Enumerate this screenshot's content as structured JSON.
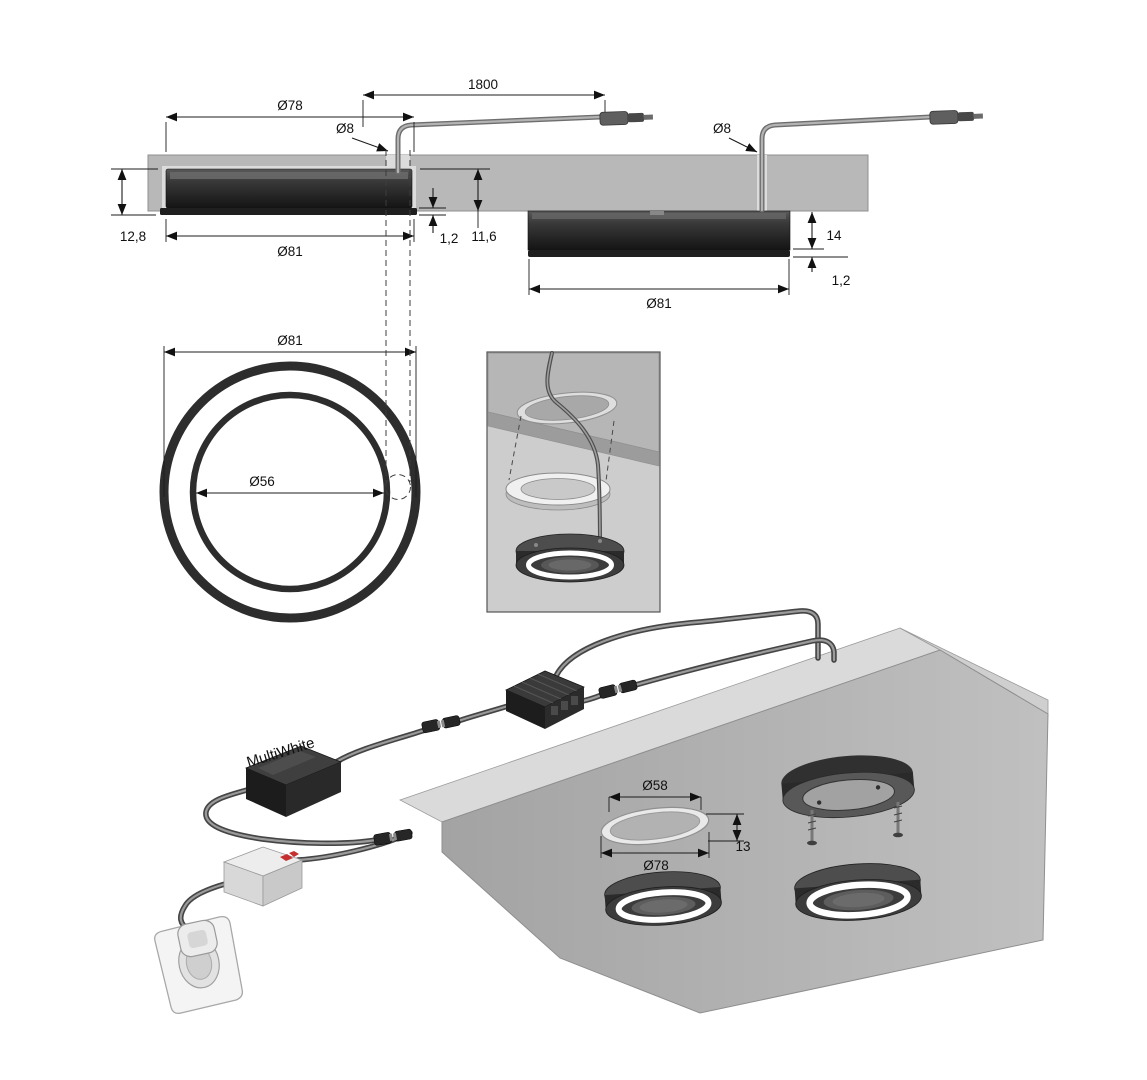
{
  "page": {
    "title": "Recessed / surface-mounted LED spot installation drawing",
    "background": "#ffffff"
  },
  "colors": {
    "line": "#1c1c1c",
    "panel_gray": "#b8b8b8",
    "panel_face": "#b0b0b0",
    "fixture_dark": "#2e2e2e",
    "glow_white": "#ffffff",
    "accent_red": "#c53030"
  },
  "recessed_view": {
    "dim_cable_length": "1800",
    "dim_face_diameter": "Ø78",
    "dim_cable_hole": "Ø8",
    "dim_total_height": "12,8",
    "dim_body_diameter": "Ø81",
    "dim_flange_height": "1,2",
    "dim_recess_depth": "11,6"
  },
  "surface_view": {
    "dim_cable_hole": "Ø8",
    "dim_height": "14",
    "dim_rim_height": "1,2",
    "dim_diameter": "Ø81"
  },
  "top_view": {
    "dim_outer_diameter": "Ø81",
    "dim_inner_diameter": "Ø56"
  },
  "assembly_view": {
    "driver_label": "MultiWhite",
    "dim_cutout_diameter": "Ø58",
    "dim_face_diameter": "Ø78",
    "dim_recess_depth": "13"
  }
}
